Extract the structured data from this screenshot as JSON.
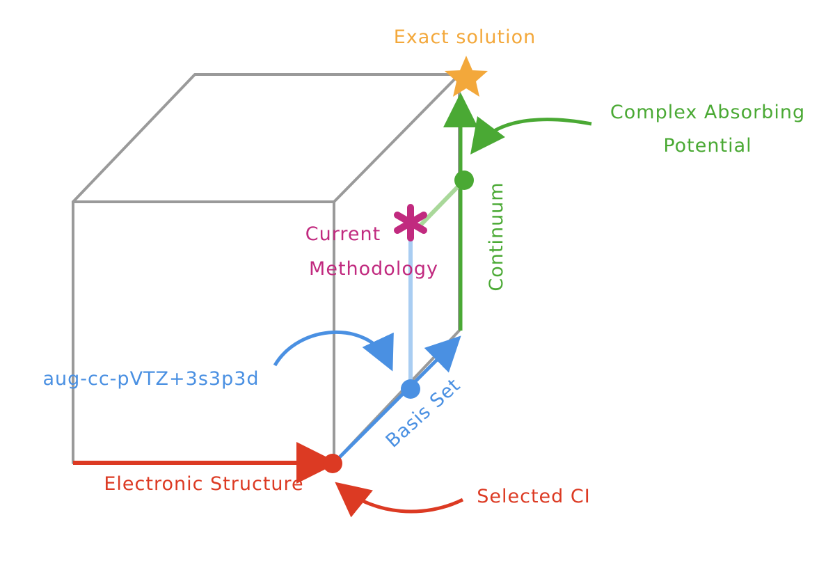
{
  "labels": {
    "exact_solution": "Exact solution",
    "cap_line1": "Complex Absorbing",
    "cap_line2": "Potential",
    "continuum": "Continuum",
    "current_line1": "Current",
    "current_line2": "Methodology",
    "basis_name": "aug-cc-pVTZ+3s3p3d",
    "basis_set": "Basis Set",
    "electronic_structure": "Electronic Structure",
    "selected_ci": "Selected CI"
  },
  "colors": {
    "cube": "#9a9a9a",
    "orange": "#f3a83b",
    "green": "#4aa934",
    "green_light": "#a9d89a",
    "magenta": "#c12a7f",
    "blue": "#4a90e2",
    "blue_light": "#a9cdf2",
    "red": "#dc3a23"
  }
}
